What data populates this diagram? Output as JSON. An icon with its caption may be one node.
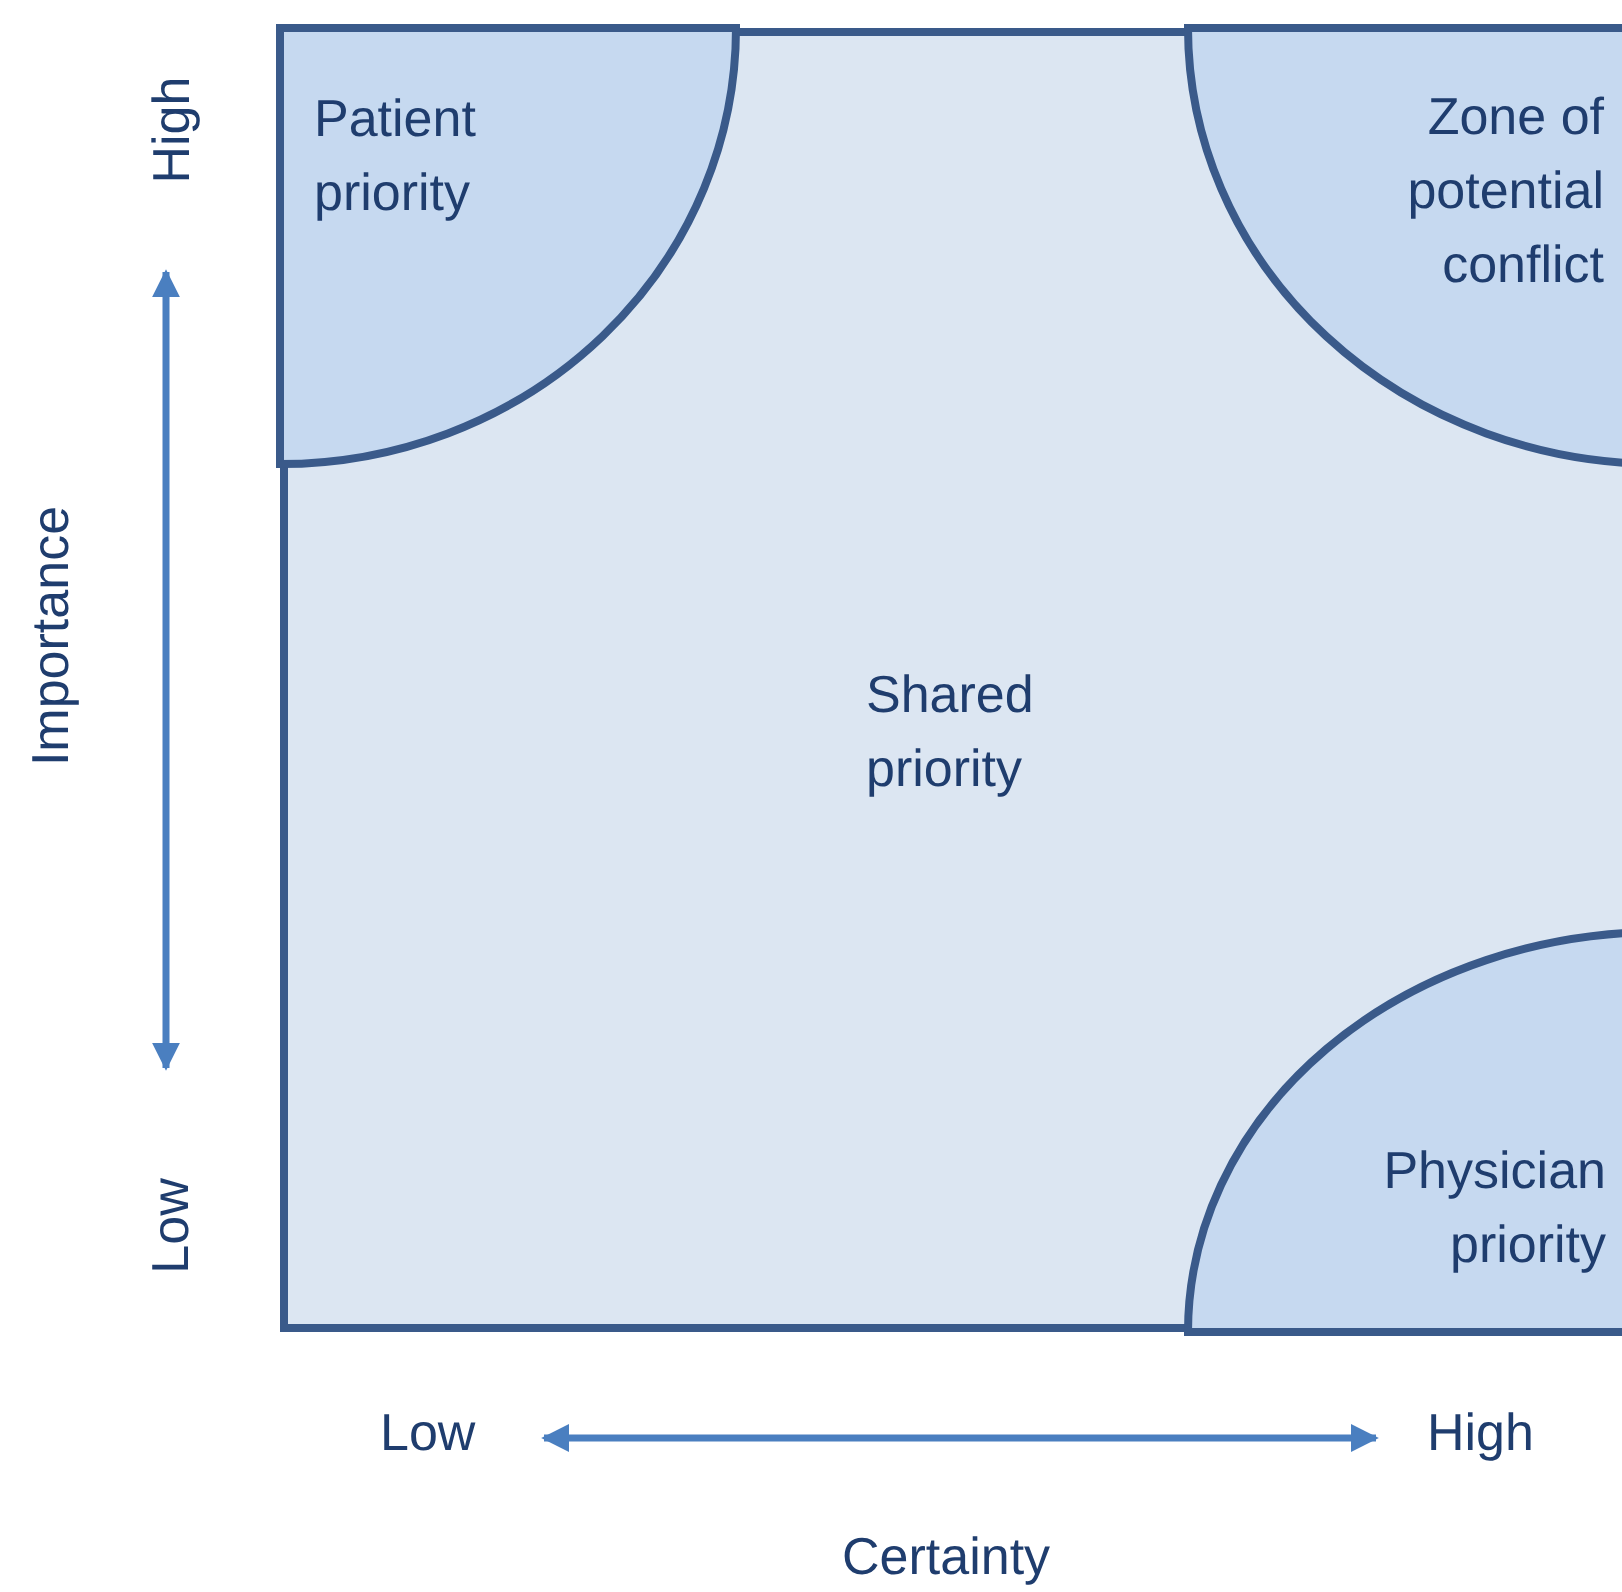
{
  "diagram": {
    "nodes": [
      {
        "text": [
          "Shared priority"
        ]
      },
      {
        "text": [
          "Patient priority"
        ],
        "in": 0
      },
      {
        "text": [
          "Zone of potential conflict"
        ],
        "in": 0
      },
      {
        "text": [
          "Physician priority"
        ],
        "in": 0
      }
    ],
    "labels": [
      "High",
      "Importance",
      "Low",
      "Low",
      "High",
      "Certainty"
    ]
  }
}
